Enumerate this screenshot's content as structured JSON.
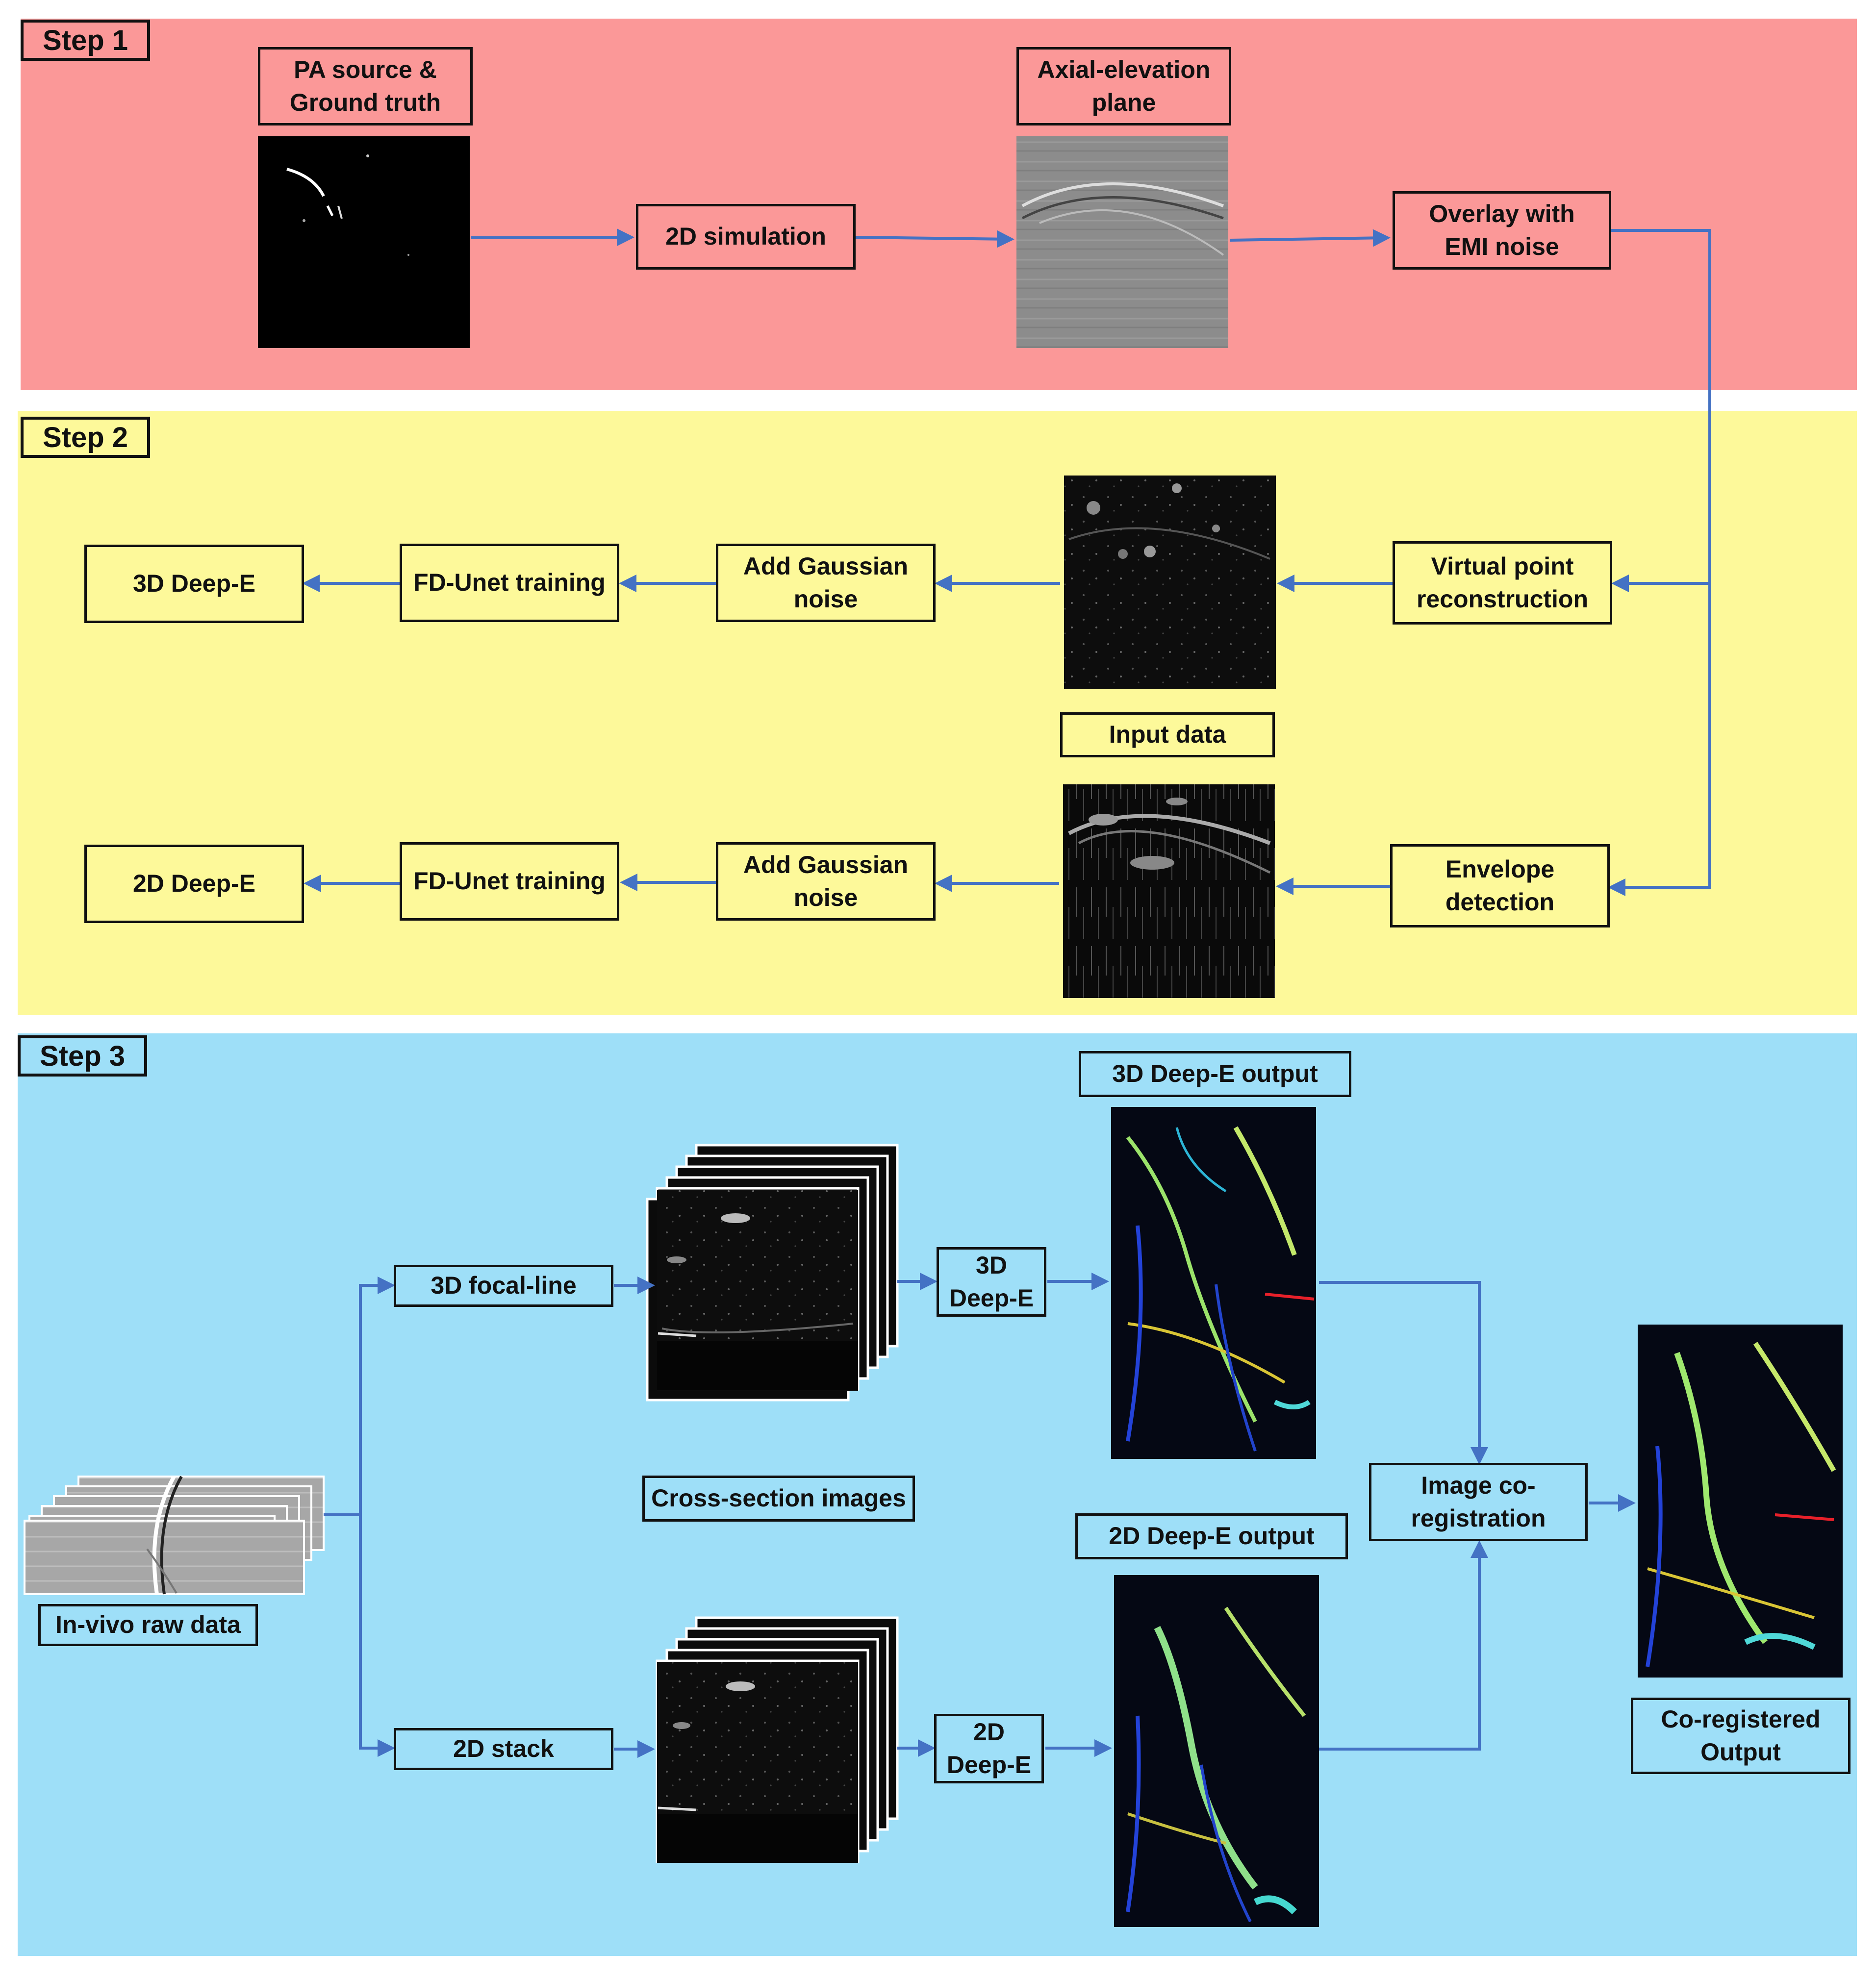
{
  "step1": {
    "label": "Step 1",
    "pa_source": "PA source &\nGround truth",
    "sim2d": "2D simulation",
    "axial_plane": "Axial-elevation\nplane",
    "overlay_emi": "Overlay with\nEMI noise"
  },
  "step2": {
    "label": "Step 2",
    "deep_e_3d": "3D Deep-E",
    "fdunet_top": "FD-Unet training",
    "gauss_top": "Add Gaussian\nnoise",
    "virtual_point": "Virtual point\nreconstruction",
    "input_data": "Input data",
    "deep_e_2d": "2D Deep-E",
    "fdunet_bottom": "FD-Unet training",
    "gauss_bottom": "Add Gaussian\nnoise",
    "envelope": "Envelope\ndetection"
  },
  "step3": {
    "label": "Step 3",
    "focal_line": "3D focal-line",
    "stack2d": "2D stack",
    "deep_e_3d": "3D\nDeep-E",
    "deep_e_2d": "2D\nDeep-E",
    "out_3d": "3D Deep-E output",
    "out_2d": "2D Deep-E output",
    "cross_section": "Cross-section images",
    "raw_data": "In-vivo raw data",
    "coreg": "Image co-\nregistration",
    "coreg_output": "Co-registered\nOutput"
  },
  "colors": {
    "step1_bg": "#fb9898",
    "step2_bg": "#fdf99a",
    "step3_bg": "#9edff8",
    "arrow": "#4472c4"
  }
}
